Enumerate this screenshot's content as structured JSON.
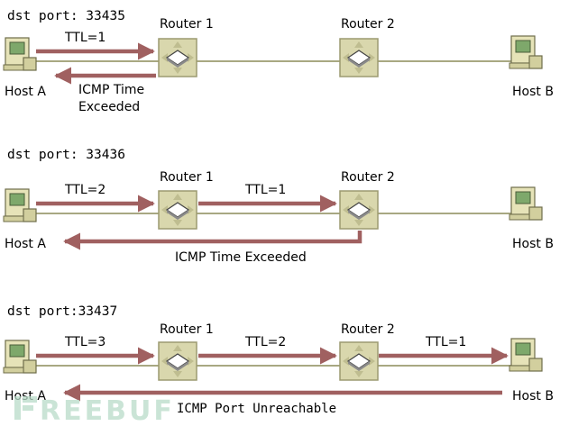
{
  "colors": {
    "arrow": "#a06060",
    "line": "#a8a882",
    "router_body": "#d9d7ad",
    "router_edge": "#9c9a70",
    "host_body": "#e6e3b8",
    "screen": "#7ea86b",
    "watermark": "#b9dcc9"
  },
  "scenarios": [
    {
      "port_label": "dst port: 33435",
      "routers": [
        "Router 1",
        "Router 2"
      ],
      "hosts": [
        "Host A",
        "Host B"
      ],
      "ttl_labels": [
        "TTL=1"
      ],
      "reply_lines": [
        "ICMP Time",
        "Exceeded"
      ]
    },
    {
      "port_label": "dst port: 33436",
      "routers": [
        "Router 1",
        "Router 2"
      ],
      "hosts": [
        "Host A",
        "Host B"
      ],
      "ttl_labels": [
        "TTL=2",
        "TTL=1"
      ],
      "reply_lines": [
        "ICMP Time Exceeded"
      ]
    },
    {
      "port_label": "dst port:33437",
      "routers": [
        "Router 1",
        "Router 2"
      ],
      "hosts": [
        "Host A",
        "Host B"
      ],
      "ttl_labels": [
        "TTL=3",
        "TTL=2",
        "TTL=1"
      ],
      "reply_lines": [
        "ICMP Port Unreachable"
      ]
    }
  ],
  "watermark": {
    "text": "REEBUF",
    "icon": "freebuf-logo-icon"
  }
}
